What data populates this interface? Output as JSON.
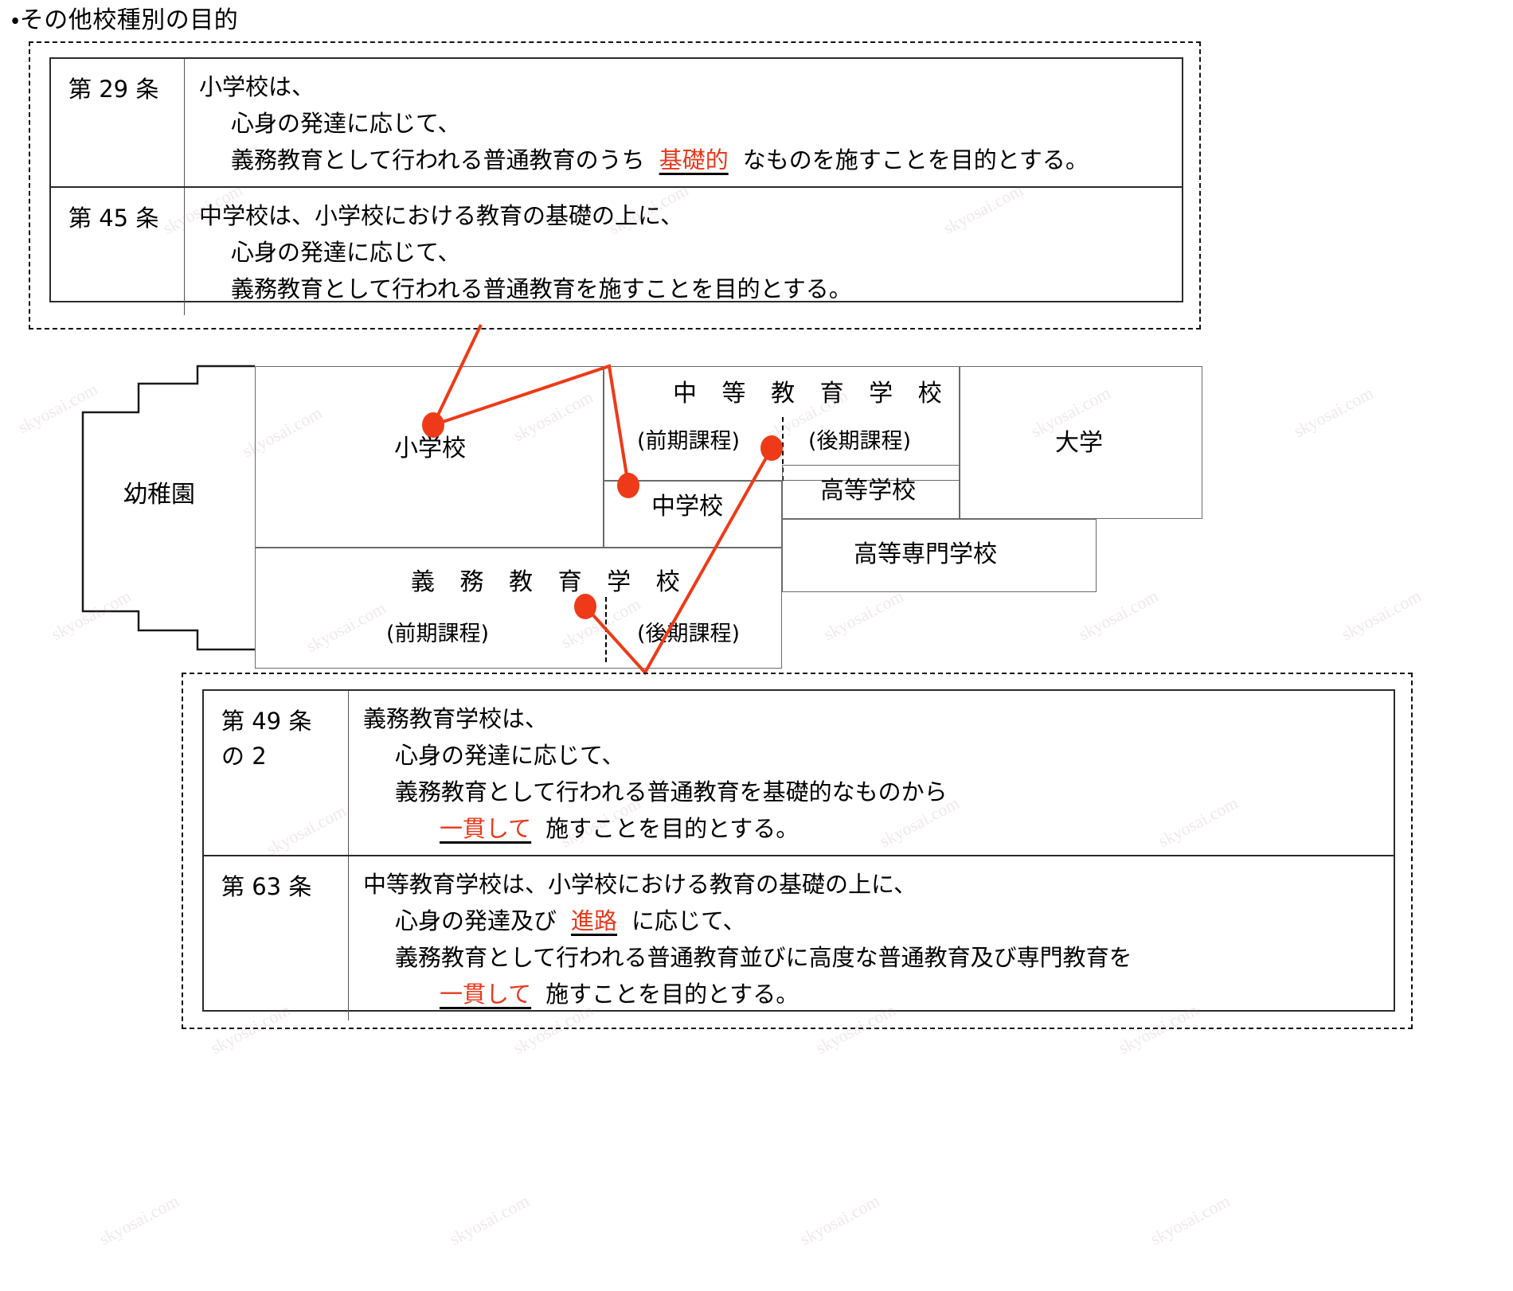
{
  "heading": "・その他校種別の目的",
  "colors": {
    "accent_red": "#e8381b",
    "box_border": "#6b6b6b",
    "table_border": "#2b2b2b",
    "text": "#000000"
  },
  "top_table": {
    "rows": [
      {
        "article": "第 29 条",
        "lines": [
          {
            "indent": 0,
            "pre": "小学校は、",
            "blank": "",
            "post": ""
          },
          {
            "indent": 1,
            "pre": "心身の発達に応じて、",
            "blank": "",
            "post": ""
          },
          {
            "indent": 1,
            "pre": "義務教育として行われる普通教育のうち",
            "blank": "基礎的",
            "post": "なものを施すことを目的とする。"
          }
        ]
      },
      {
        "article": "第 45 条",
        "lines": [
          {
            "indent": 0,
            "pre": "中学校は、小学校における教育の基礎の上に、",
            "blank": "",
            "post": ""
          },
          {
            "indent": 1,
            "pre": "心身の発達に応じて、",
            "blank": "",
            "post": ""
          },
          {
            "indent": 1,
            "pre": "義務教育として行われる普通教育を施すことを目的とする。",
            "blank": "",
            "post": ""
          }
        ]
      }
    ]
  },
  "bottom_table": {
    "rows": [
      {
        "article": "第 49 条\nの 2",
        "lines": [
          {
            "indent": 0,
            "pre": "義務教育学校は、",
            "blank": "",
            "post": ""
          },
          {
            "indent": 1,
            "pre": "心身の発達に応じて、",
            "blank": "",
            "post": ""
          },
          {
            "indent": 1,
            "pre": "義務教育として行われる普通教育を基礎的なものから",
            "blank": "",
            "post": ""
          },
          {
            "indent": 2,
            "pre": "",
            "blank": "一貫して",
            "post": "施すことを目的とする。"
          }
        ]
      },
      {
        "article": "第 63 条",
        "lines": [
          {
            "indent": 0,
            "pre": "中等教育学校は、小学校における教育の基礎の上に、",
            "blank": "",
            "post": ""
          },
          {
            "indent": 1,
            "pre": "心身の発達及び",
            "blank": "進路",
            "post": "に応じて、"
          },
          {
            "indent": 1,
            "pre": "義務教育として行われる普通教育並びに高度な普通教育及び専門教育を",
            "blank": "",
            "post": ""
          },
          {
            "indent": 2,
            "pre": "",
            "blank": "一貫して",
            "post": "施すことを目的とする。"
          }
        ]
      }
    ]
  },
  "diagram": {
    "boxes": [
      {
        "key": "kindergarten",
        "label": "幼稚園"
      },
      {
        "key": "elementary",
        "label": "小学校"
      },
      {
        "key": "secondary_school",
        "label": "中 等 教 育 学 校"
      },
      {
        "key": "secondary_lower_course",
        "label": "(前期課程)"
      },
      {
        "key": "secondary_upper_course",
        "label": "(後期課程)"
      },
      {
        "key": "junior_high",
        "label": "中学校"
      },
      {
        "key": "high_school",
        "label": "高等学校"
      },
      {
        "key": "college_of_technology",
        "label": "高等専門学校"
      },
      {
        "key": "university",
        "label": "大学"
      },
      {
        "key": "compulsory_school",
        "label": "義 務 教 育 学 校"
      },
      {
        "key": "compulsory_lower_course",
        "label": "(前期課程)"
      },
      {
        "key": "compulsory_upper_course",
        "label": "(後期課程)"
      }
    ]
  },
  "watermarks": {
    "text": "skyosai.com"
  }
}
